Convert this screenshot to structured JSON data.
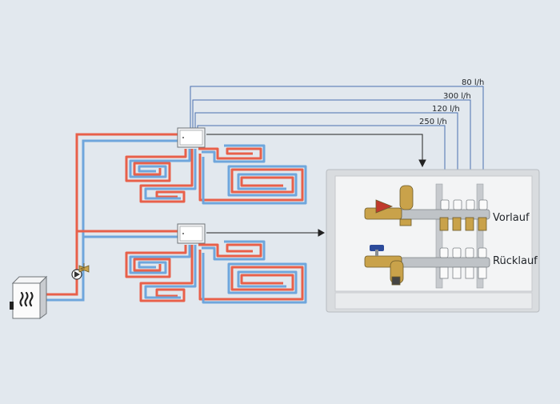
{
  "flow_rates": [
    "80 l/h",
    "300 l/h",
    "120 l/h",
    "250 l/h"
  ],
  "manifold": {
    "supply_label": "Vorlauf",
    "return_label": "Rücklauf"
  },
  "colors": {
    "background": "#e2e8ee",
    "supply_pipe": "#e8604a",
    "return_pipe": "#6fa6dc",
    "signal_line": "#4a6fb0",
    "cabinet_frame": "#d9dcdf",
    "cabinet_inside": "#f3f4f5",
    "brass": "#c9a24a"
  },
  "icons": [
    "boiler-icon",
    "heat-waves-icon",
    "circulation-pump-icon",
    "mixing-valve-icon",
    "controller-box-icon",
    "arrow-icon",
    "actuator-head-icon",
    "ball-valve-icon"
  ]
}
